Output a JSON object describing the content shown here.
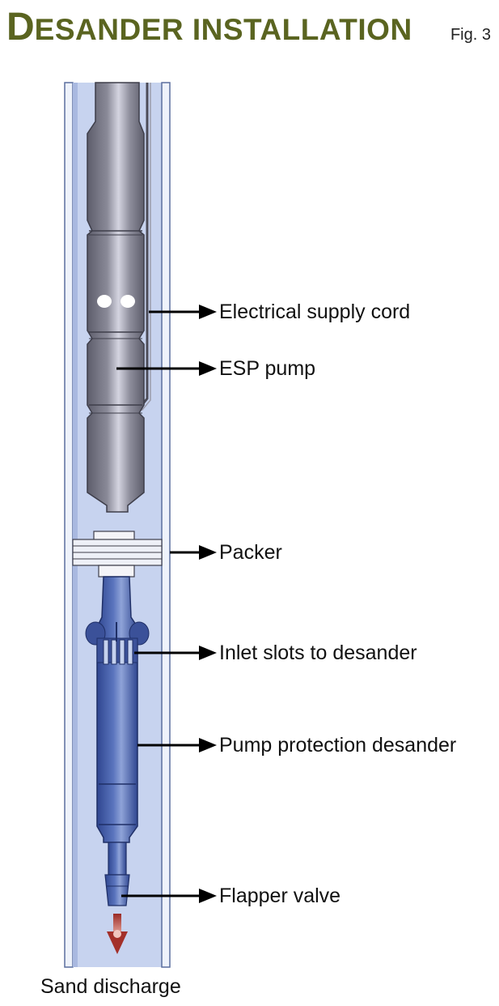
{
  "title": {
    "first_letter": "D",
    "rest": "esander installation"
  },
  "figure_number": "Fig. 3",
  "labels": {
    "electrical_supply_cord": "Electrical supply cord",
    "esp_pump": "ESP pump",
    "packer": "Packer",
    "inlet_slots": "Inlet slots to desander",
    "pump_protection_desander": "Pump protection desander",
    "flapper_valve": "Flapper valve"
  },
  "caption": "Sand discharge",
  "colors": {
    "title": "#5a6420",
    "casing_fill": "#c5d2ee",
    "casing_border": "#5b6f9e",
    "pump_dark": "#6f6f7c",
    "pump_light": "#c8c8d6",
    "desander_blue": "#4a62a8",
    "sand_arrow": "#a3302a"
  }
}
